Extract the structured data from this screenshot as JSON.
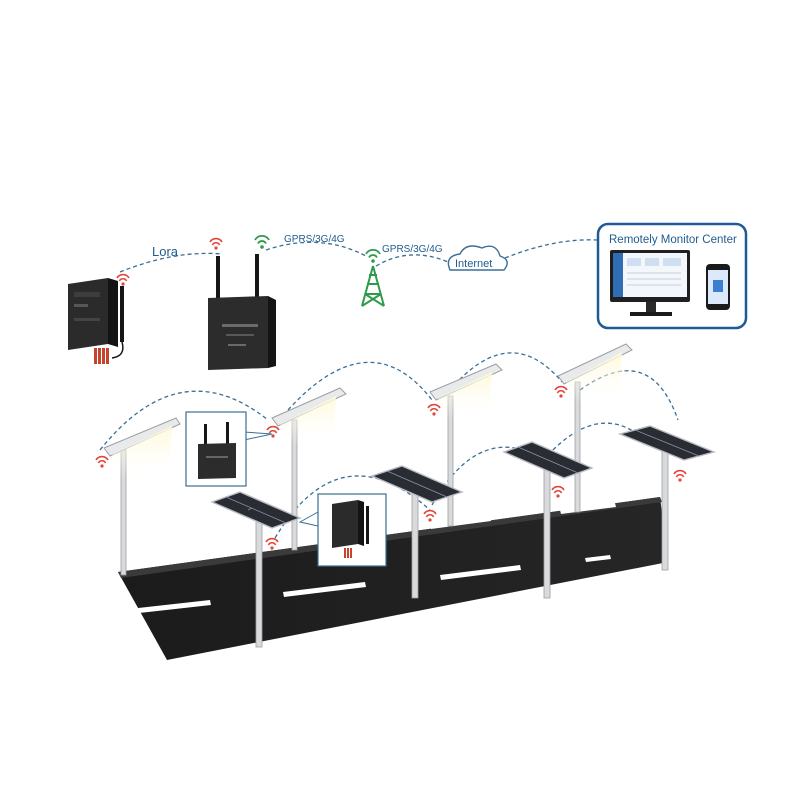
{
  "labels": {
    "lora": "Lora",
    "gprs1": "GPRS/3G/4G",
    "gprs2": "GPRS/3G/4G",
    "internet": "Internet",
    "monitor_center": "Remotely Monitor Center"
  },
  "colors": {
    "link_line": "#3a6f95",
    "label_blue": "#1f5c8f",
    "signal_red": "#e0463a",
    "signal_green": "#2e9a4c",
    "road": "#222222",
    "monitor_frame": "#1e5a96"
  },
  "icons": {
    "controller": "solar-charge-controller-icon",
    "gateway": "wireless-gateway-icon",
    "tower": "cell-tower-icon",
    "cloud": "internet-cloud-icon",
    "desktop": "monitor-icon",
    "phone": "smartphone-icon",
    "signal": "wifi-signal-icon"
  }
}
